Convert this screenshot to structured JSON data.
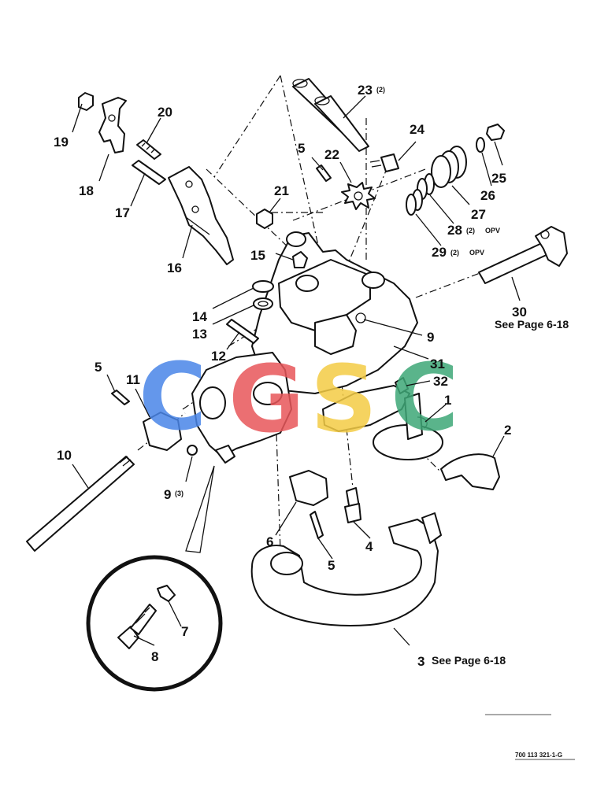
{
  "callouts": {
    "c1": "1",
    "c2": "2",
    "c3": "3",
    "c4": "4",
    "c5a": "5",
    "c5b": "5",
    "c5c": "5",
    "c6": "6",
    "c7": "7",
    "c8": "8",
    "c9a": "9",
    "c9b": "9",
    "c10": "10",
    "c11": "11",
    "c12": "12",
    "c13": "13",
    "c14": "14",
    "c15": "15",
    "c16": "16",
    "c17": "17",
    "c18": "18",
    "c19": "19",
    "c20": "20",
    "c21": "21",
    "c22": "22",
    "c23": "23",
    "c24": "24",
    "c25": "25",
    "c26": "26",
    "c27": "27",
    "c28": "28",
    "c29": "29",
    "c30": "30",
    "c31": "31",
    "c32": "32"
  },
  "qty": {
    "q23": "(2)",
    "q9": "(3)",
    "q28": "(2)",
    "q29": "(2)"
  },
  "options": {
    "o28": "OPV",
    "o29": "OPV"
  },
  "notes": {
    "see30": "See Page 6-18",
    "see3": "See Page 6-18"
  },
  "figure_number": "700 113 321-1-G",
  "watermark": {
    "letters": [
      "C",
      "G",
      "S",
      "C"
    ],
    "colors": [
      "#4a86e8",
      "#e8575a",
      "#f4cc45",
      "#3ea777"
    ]
  },
  "colors": {
    "ink": "#111111",
    "paper": "#ffffff"
  }
}
